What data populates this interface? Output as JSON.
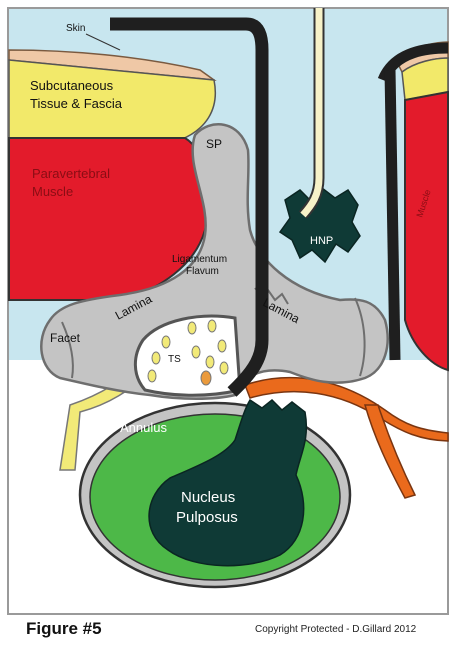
{
  "labels": {
    "skin": "Skin",
    "subcutaneous_line1": "Subcutaneous",
    "subcutaneous_line2": "Tissue & Fascia",
    "paravertebral_line1": "Paravertebral",
    "paravertebral_line2": "Muscle",
    "sp": "SP",
    "hnp": "HNP",
    "muscle": "Muscle",
    "ligamentum_line1": "Ligamentum",
    "ligamentum_line2": "Flavum",
    "lamina_left": "Lamina",
    "lamina_right": "Lamina",
    "facet": "Facet",
    "ts": "TS",
    "annulus": "Annulus",
    "nucleus_line1": "Nucleus",
    "nucleus_line2": "Pulposus"
  },
  "footer": {
    "figure": "Figure #5",
    "copyright": "Copyright Protected - D.Gillard 2012"
  },
  "colors": {
    "background": "#c8e6ef",
    "skin": "#efc8a6",
    "subcutaneous": "#f2e96a",
    "muscle": "#e31b2b",
    "bone": "#c4c4c4",
    "bone_outline": "#6e6e6e",
    "nerve_yellow": "#f2ea78",
    "nerve_orange": "#ea6a1c",
    "annulus": "#4db848",
    "nucleus": "#0f3a36",
    "needle": "#1f1f1f",
    "probe": "#f7f2c8"
  }
}
